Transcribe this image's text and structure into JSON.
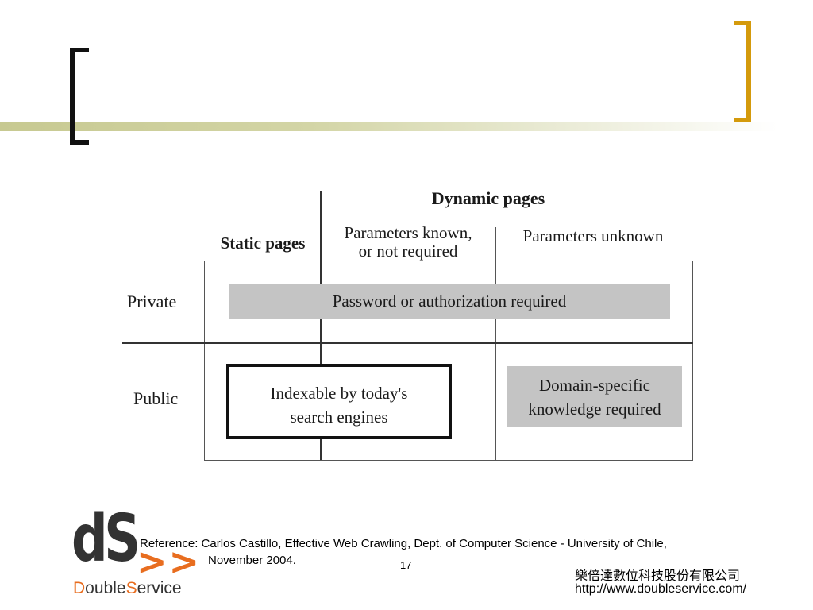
{
  "diagram": {
    "header_dynamic": "Dynamic pages",
    "col_static": "Static pages",
    "col_known_line1": "Parameters known,",
    "col_known_line2": "or not required",
    "col_unknown": "Parameters unknown",
    "row_private": "Private",
    "row_public": "Public",
    "private_box": "Password or authorization required",
    "indexable_line1": "Indexable by today's",
    "indexable_line2": "search engines",
    "domain_line1": "Domain-specific",
    "domain_line2": "knowledge required"
  },
  "footer": {
    "logo_letters": "dS",
    "logo_arrows": ">>",
    "logo_name_part1": "D",
    "logo_name_part2": "ouble",
    "logo_name_part3": "S",
    "logo_name_part4": "ervice",
    "reference_line1": "Reference: Carlos Castillo, Effective Web Crawling, Dept. of Computer Science - University of Chile,",
    "reference_line2": "November 2004.",
    "page_number": "17",
    "company_name": "樂倍達數位科技股份有限公司",
    "company_url": "http://www.doubleservice.com/"
  },
  "colors": {
    "bracket_right": "#d49a0c",
    "bracket_left": "#111111",
    "band": "#c7c991",
    "logo_orange": "#e86d1f",
    "gray_box": "#c4c4c4"
  }
}
